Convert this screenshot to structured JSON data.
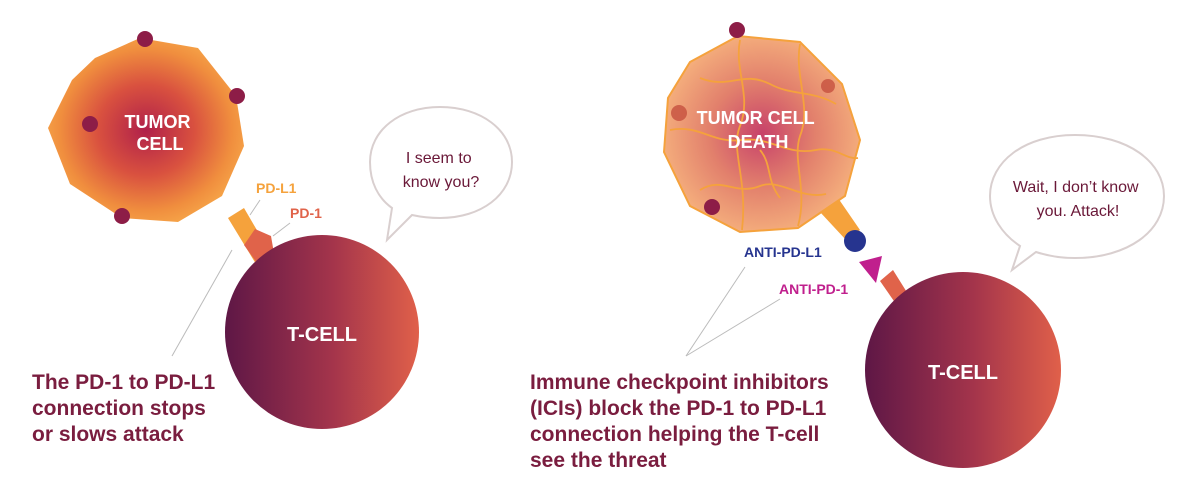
{
  "left_panel": {
    "tumor_label": [
      "TUMOR",
      "CELL"
    ],
    "pdl1_label": "PD-L1",
    "pd1_label": "PD-1",
    "tcell_label": "T-CELL",
    "bubble_lines": [
      "I seem to",
      "know you?"
    ],
    "caption_lines": [
      "The PD-1 to PD-L1",
      "connection stops",
      "or slows attack"
    ]
  },
  "right_panel": {
    "tumor_label": [
      "TUMOR CELL",
      "DEATH"
    ],
    "anti_pdl1_label": "ANTI-PD-L1",
    "anti_pd1_label": "ANTI-PD-1",
    "tcell_label": "T-CELL",
    "bubble_lines": [
      "Wait, I don’t know",
      "you. Attack!"
    ],
    "caption_lines": [
      "Immune checkpoint inhibitors",
      "(ICIs) block the PD-1 to PD-L1",
      "connection helping the T-cell",
      "see the threat"
    ]
  },
  "colors": {
    "tcell_dark": "#5e1746",
    "tcell_light": "#e0604a",
    "tumor_outer": "#f7a84a",
    "tumor_inner": "#b0204a",
    "pdl1": "#f5a23c",
    "pd1": "#e0634a",
    "anti_pdl1": "#26348f",
    "anti_pd1": "#c01f8d",
    "caption": "#7a1d3f"
  }
}
